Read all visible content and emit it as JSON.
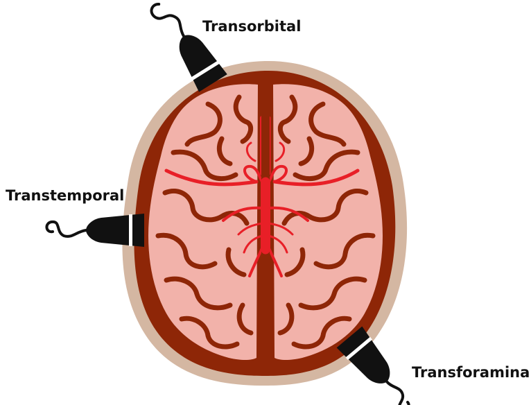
{
  "labels": {
    "transorbital": "Transorbital",
    "transtemporal": "Transtemporal",
    "transforaminal": "Transforaminal"
  },
  "colors": {
    "skull": "#d4b7a2",
    "skull_inner": "#8e2607",
    "brain": "#f2b2aa",
    "sulci": "#8e2607",
    "arteries": "#e81f27",
    "probe": "#111111",
    "probe_band": "#ffffff"
  },
  "icons": {
    "probe": "ultrasound-probe-icon",
    "brain": "brain-icon",
    "vessels": "circle-of-willis-icon"
  }
}
